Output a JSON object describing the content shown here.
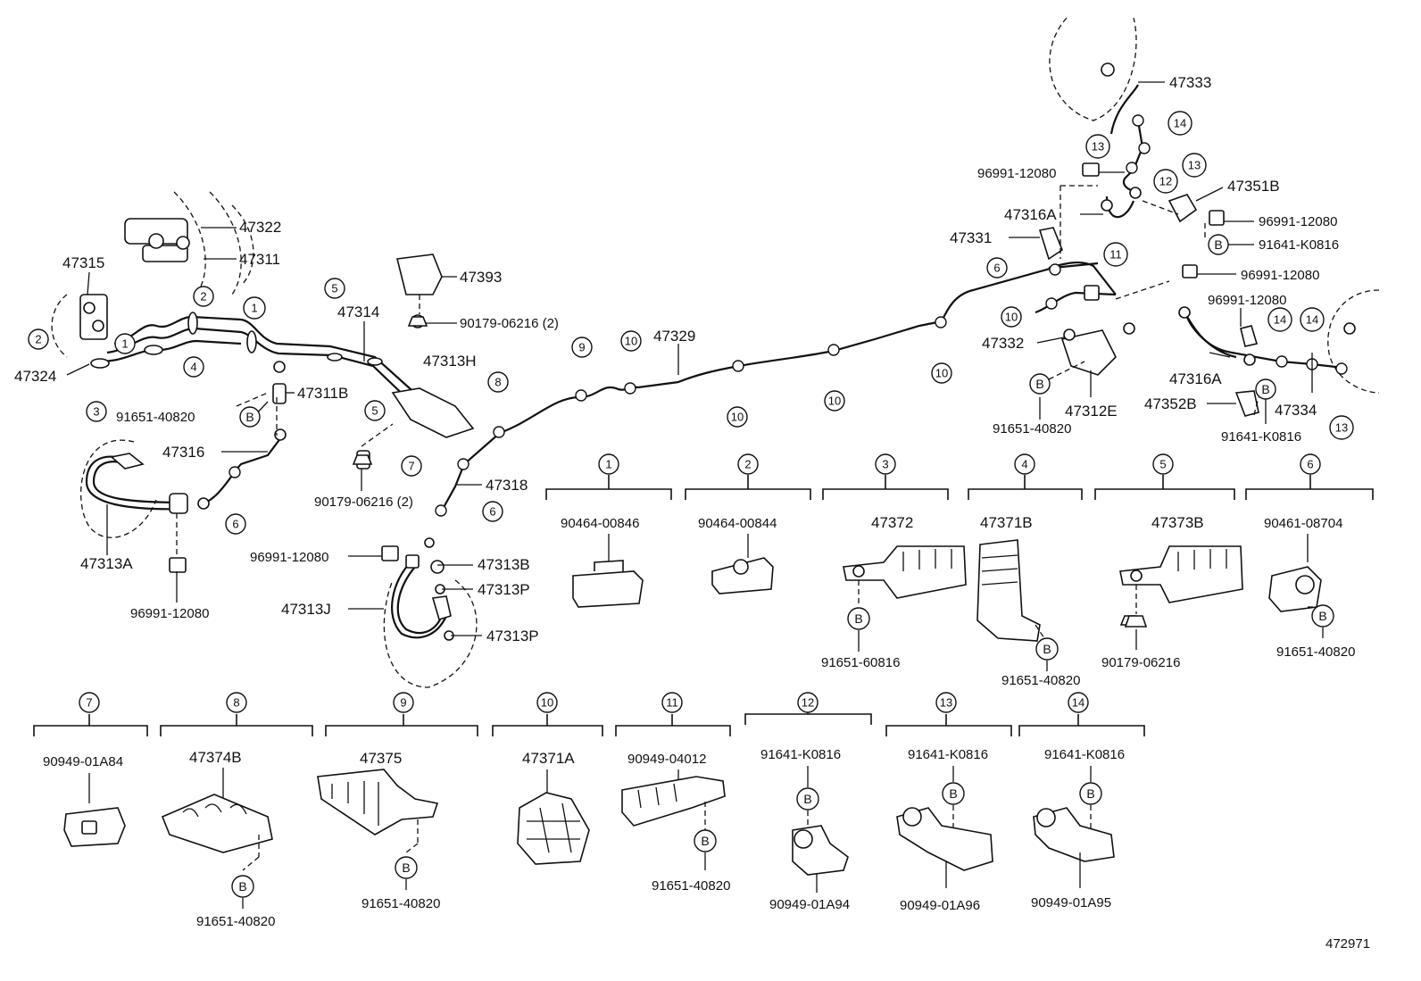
{
  "callouts": [
    "47322",
    "47311",
    "47315",
    "47324",
    "47393",
    "90179-06216 (2)",
    "47314",
    "47313H",
    "47311B",
    "91651-40820",
    "47316",
    "47313A",
    "96991-12080",
    "47329",
    "47318",
    "96991-12080",
    "47313B",
    "47313P",
    "47313J",
    "47313P",
    "90179-06216 (2)",
    "47333",
    "96991-12080",
    "47351B",
    "47316A",
    "96991-12080",
    "91641-K0816",
    "47331",
    "96991-12080",
    "96991-12080",
    "47332",
    "47312E",
    "91651-40820",
    "47316A",
    "47352B",
    "91641-K0816",
    "47334"
  ],
  "ref_numbers": [
    "1",
    "2",
    "3",
    "4",
    "5",
    "6",
    "7",
    "8",
    "9",
    "10",
    "11",
    "12",
    "13",
    "14"
  ],
  "b_mark": "B",
  "detail_parts": [
    {
      "num": "1",
      "parts": [
        "90464-00846"
      ]
    },
    {
      "num": "2",
      "parts": [
        "90464-00844"
      ]
    },
    {
      "num": "3",
      "parts": [
        "47372",
        "91651-60816"
      ]
    },
    {
      "num": "4",
      "parts": [
        "47371B",
        "91651-40820"
      ]
    },
    {
      "num": "5",
      "parts": [
        "47373B",
        "90179-06216"
      ]
    },
    {
      "num": "6",
      "parts": [
        "90461-08704",
        "91651-40820"
      ]
    },
    {
      "num": "7",
      "parts": [
        "90949-01A84"
      ]
    },
    {
      "num": "8",
      "parts": [
        "47374B",
        "91651-40820"
      ]
    },
    {
      "num": "9",
      "parts": [
        "47375",
        "91651-40820"
      ]
    },
    {
      "num": "10",
      "parts": [
        "47371A"
      ]
    },
    {
      "num": "11",
      "parts": [
        "90949-04012",
        "91651-40820"
      ]
    },
    {
      "num": "12",
      "parts": [
        "91641-K0816",
        "90949-01A94"
      ]
    },
    {
      "num": "13",
      "parts": [
        "91641-K0816",
        "90949-01A96"
      ]
    },
    {
      "num": "14",
      "parts": [
        "91641-K0816",
        "90949-01A95"
      ]
    }
  ],
  "diagram_id": "472971"
}
